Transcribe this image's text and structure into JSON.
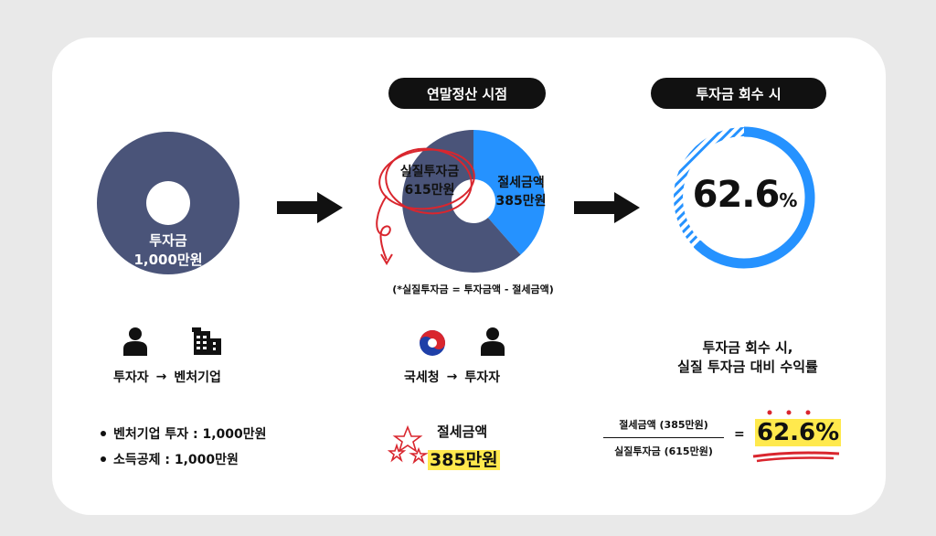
{
  "headers": {
    "year_end": "연말정산 시점",
    "recovery": "투자금 회수 시"
  },
  "col1": {
    "donut_label_line1": "투자금",
    "donut_label_line2": "1,000만원",
    "flow_from": "투자자",
    "flow_to": "벤처기업",
    "bullets": [
      "벤처기업 투자 : 1,000만원",
      "소득공제 : 1,000만원"
    ]
  },
  "col2": {
    "actual_label_line1": "실질투자금",
    "actual_label_line2": "615만원",
    "saving_label_line1": "절세금액",
    "saving_label_line2": "385만원",
    "note": "(*실질투자금 = 투자금액 - 절세금액)",
    "flow_from": "국세청",
    "flow_to": "투자자",
    "saving_title": "절세금액",
    "saving_value": "385만원"
  },
  "col3": {
    "percent_big": "62.6",
    "percent_sign": "%",
    "desc_line1": "투자금 회수 시,",
    "desc_line2": "실질 투자금 대비 수익률",
    "numerator": "절세금액 (385만원)",
    "denominator": "실질투자금 (615만원)",
    "equals": "=",
    "result": "62.6%"
  },
  "arrow_glyph": "→",
  "colors": {
    "navy": "#4a5479",
    "blue": "#2592ff",
    "red": "#d9262e",
    "yellow": "#ffe94d"
  },
  "chart_data": [
    {
      "type": "pie",
      "categories": [
        "투자금"
      ],
      "values": [
        1000
      ]
    },
    {
      "type": "pie",
      "categories": [
        "실질투자금",
        "절세금액"
      ],
      "values": [
        615,
        385
      ]
    },
    {
      "type": "pie",
      "categories": [
        "수익률"
      ],
      "values": [
        62.6
      ]
    }
  ]
}
